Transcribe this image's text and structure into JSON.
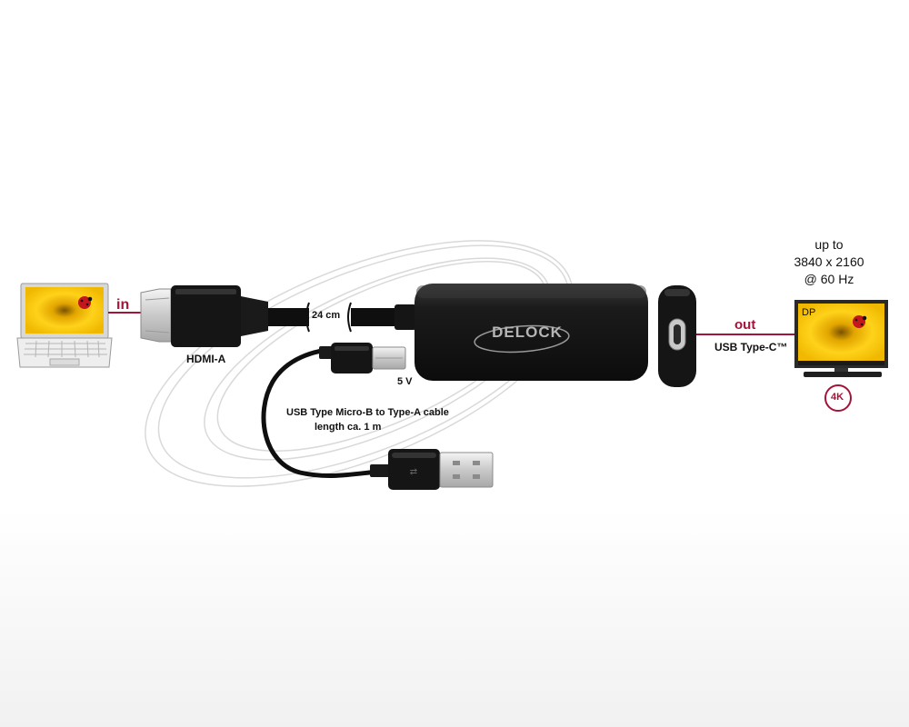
{
  "labels": {
    "in": "in",
    "out": "out",
    "hdmi": "HDMI-A",
    "cable_len": "24 cm",
    "volt": "5 V",
    "usbc": "USB Type-C™",
    "usb_cable_line1": "USB Type Micro-B to Type-A cable",
    "usb_cable_line2": "length ca. 1 m",
    "dp": "DP",
    "fourk": "4K",
    "brand": "DELOCK"
  },
  "resolution": {
    "line1": "up to",
    "line2": "3840 x 2160",
    "line3": "@ 60 Hz"
  },
  "colors": {
    "accent": "#a3143a",
    "device": "#151515",
    "screen_yellow": "#f2c200"
  },
  "icons": [
    "laptop-icon",
    "monitor-icon",
    "hdmi-plug",
    "usb-a-plug",
    "micro-usb-plug",
    "usb-c-port",
    "ladybug-image"
  ]
}
